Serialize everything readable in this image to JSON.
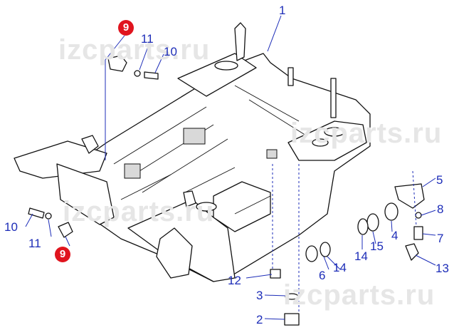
{
  "watermark": "izcparts.ru",
  "callouts": {
    "p1": "1",
    "p2": "2",
    "p3": "3",
    "p4": "4",
    "p5": "5",
    "p6": "6",
    "p7": "7",
    "p8": "8",
    "p9a": "9",
    "p9b": "9",
    "p10a": "10",
    "p10b": "10",
    "p11a": "11",
    "p11b": "11",
    "p12": "12",
    "p13": "13",
    "p14a": "14",
    "p14b": "14",
    "p15": "15"
  },
  "colors": {
    "callout": "#1d2db8",
    "highlight": "#e0141e",
    "line": "#111111"
  }
}
